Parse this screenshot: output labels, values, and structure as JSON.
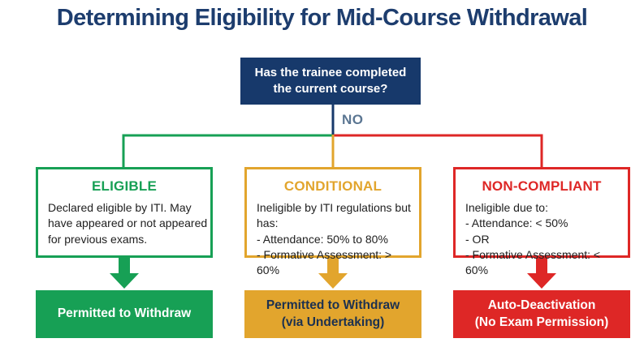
{
  "title": "Determining Eligibility for Mid-Course Withdrawal",
  "colors": {
    "background": "#ffffff",
    "title": "#1d3d6e",
    "navy": "#17396b",
    "green": "#17a055",
    "gold": "#e2a52d",
    "red": "#de2726",
    "no_label": "#5b7692",
    "body_text": "#202020",
    "gold_text": "#1c3150"
  },
  "question": {
    "text": "Has the trainee completed\nthe current course?",
    "answer": "NO"
  },
  "branches": [
    {
      "title": "ELIGIBLE",
      "body": "Declared eligible by ITI. May\nhave appeared or not appeared\nfor previous exams.",
      "result": "Permitted to Withdraw"
    },
    {
      "title": "CONDITIONAL",
      "body": "Ineligible by ITI regulations but\nhas:\n- Attendance: 50% to 80%\n- Formative Assessment: > 60%",
      "result": "Permitted to Withdraw\n(via Undertaking)"
    },
    {
      "title": "NON-COMPLIANT",
      "body": "Ineligible due to:\n- Attendance: < 50%\n- OR\n- Formative Assessment: < 60%",
      "result": "Auto-Deactivation\n(No Exam Permission)"
    }
  ]
}
